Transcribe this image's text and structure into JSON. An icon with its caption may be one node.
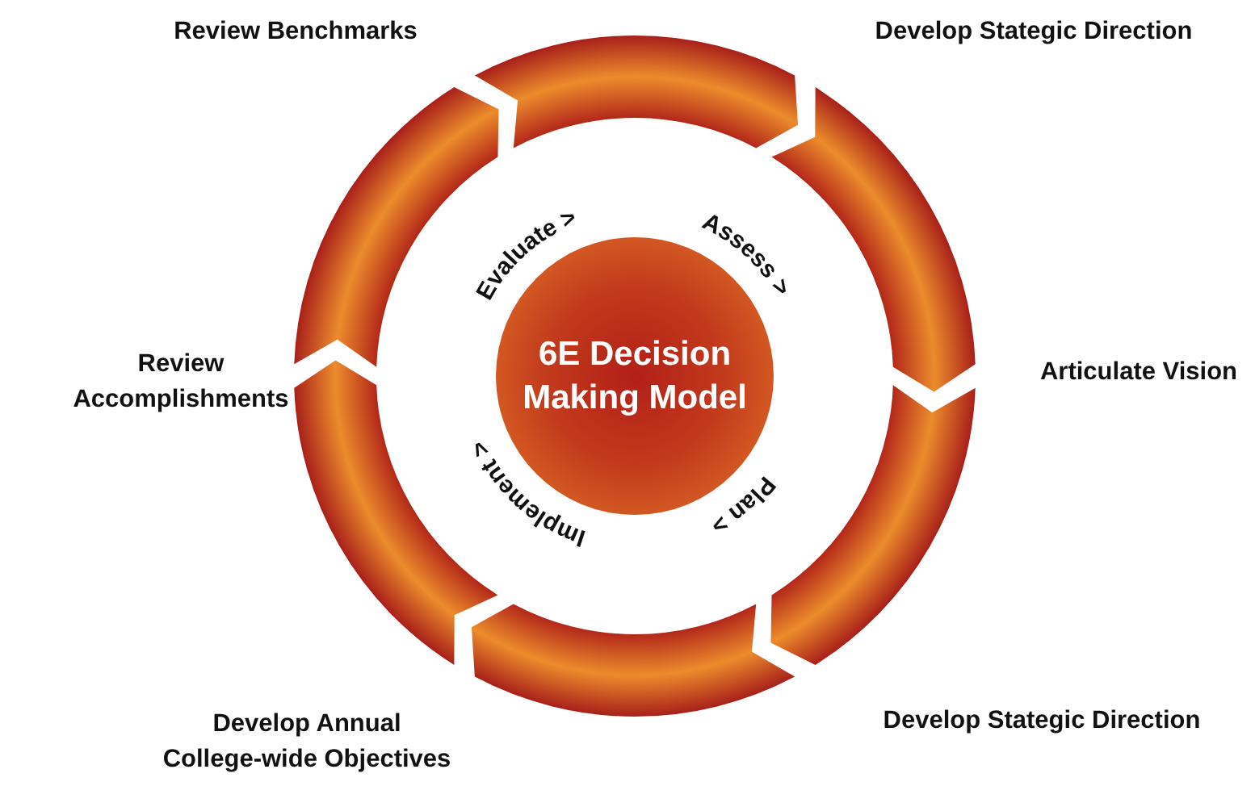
{
  "diagram": {
    "nodes": [
      {
        "text": [
          "6E Decision Making Model"
        ]
      },
      {
        "text": [],
        "shape": "arc"
      },
      {
        "text": [],
        "shape": "arc"
      },
      {
        "text": [],
        "shape": "arc"
      },
      {
        "text": [],
        "shape": "arc"
      },
      {
        "text": [],
        "shape": "arc"
      },
      {
        "text": [],
        "shape": "arc"
      }
    ],
    "labels": [
      "Review Benchmarks",
      "Develop Stategic Direction",
      "Evaluate >",
      "Assess >",
      "Review Accomplishments",
      "Articulate Vision",
      "Implement >",
      "Plan >",
      "Develop Annual College-wide Objectives",
      "Develop Stategic Direction"
    ]
  }
}
